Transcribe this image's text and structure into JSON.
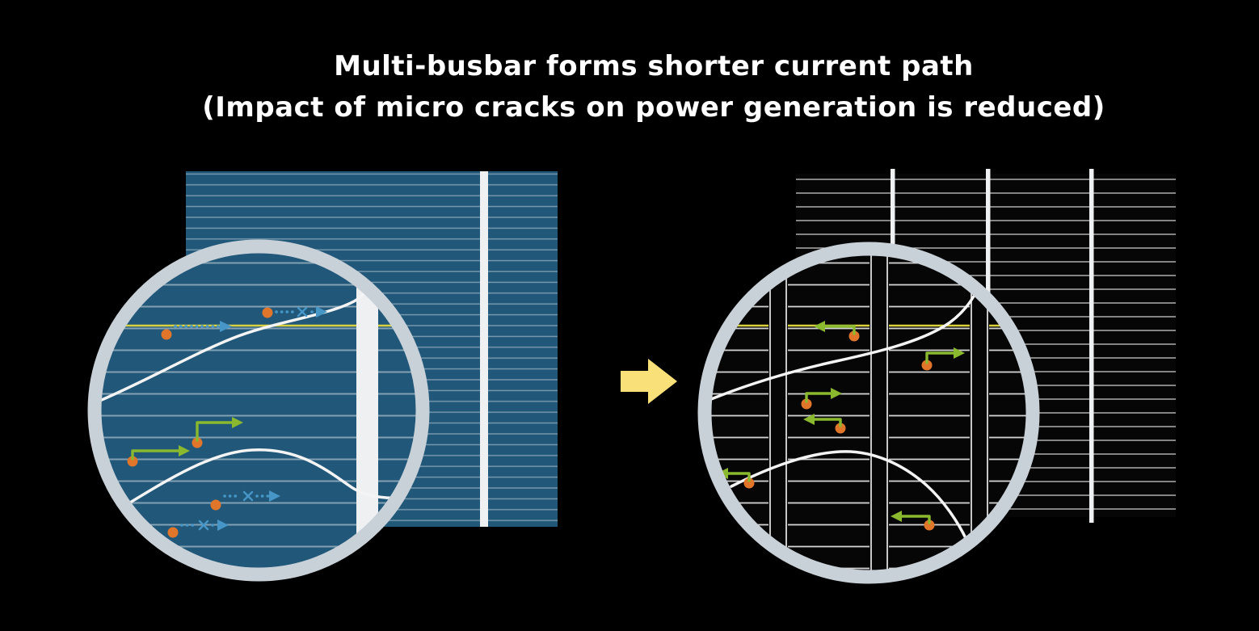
{
  "title": {
    "line1": "Multi-busbar forms shorter current path",
    "line2": "(Impact of micro cracks on power generation is reduced)"
  },
  "colors": {
    "background": "#000000",
    "title_text": "#ffffff",
    "cell_blue": "#215879",
    "finger_blue": "#c6d2da",
    "cell_black": "#060606",
    "finger_white": "#e9e9e9",
    "busbar_white": "#eef0f1",
    "ring_gray": "#c8d0d8",
    "crack_white": "#f4f4f4",
    "dot_orange": "#e1762b",
    "arrow_green": "#8ab92f",
    "path_blue": "#4796c8",
    "highlight_yellow": "#d9d23e",
    "transition_yellow": "#f9e078"
  },
  "icons": {
    "transition_arrow": "block-arrow-right",
    "current_source": "orange-dot",
    "long_path": "blue-dotted-arrow",
    "blocked_mark": "x-cross",
    "short_path": "green-elbow-arrow",
    "magnifier": "circle-loupe"
  }
}
